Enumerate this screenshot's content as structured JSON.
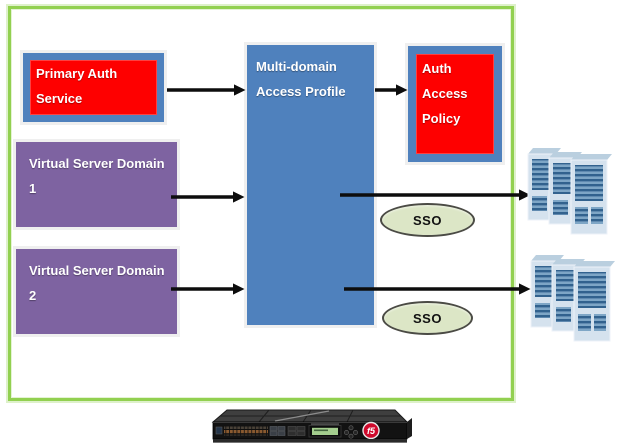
{
  "colors": {
    "frame_green": "#92d050",
    "box_blue": "#4f81bd",
    "box_red": "#fe0000",
    "box_purple": "#7e63a1",
    "sso_fill": "#dce6c6",
    "sso_border": "#4b4b45",
    "arrow_black": "#0d0d0d",
    "label_text": "#ffffff",
    "server_icon_blue": "#32628e",
    "appliance_logo_red": "#cf0a2c"
  },
  "diagram": {
    "boxes": {
      "primary_auth": {
        "label": "Primary Auth Service"
      },
      "multi_domain_profile": {
        "label": "Multi-domain Access Profile"
      },
      "auth_policy": {
        "label": "Auth Access Policy"
      },
      "vs_domain1": {
        "label": "Virtual Server Domain 1"
      },
      "vs_domain2": {
        "label": "Virtual Server Domain 2"
      }
    },
    "sso_badges": [
      {
        "label": "SSO"
      },
      {
        "label": "SSO"
      }
    ],
    "appliance": {
      "logo_text": "f5"
    }
  }
}
